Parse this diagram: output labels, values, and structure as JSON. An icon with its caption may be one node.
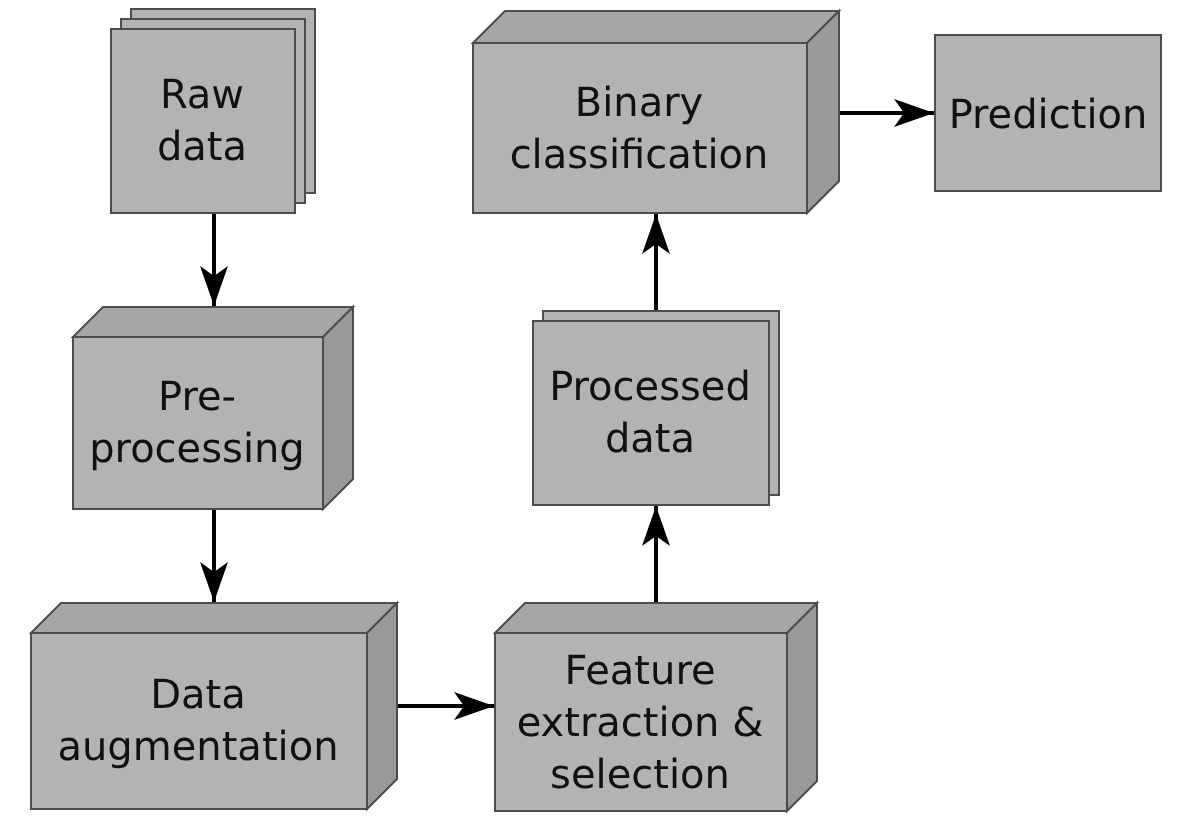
{
  "diagram": {
    "nodes": [
      {
        "text": [
          "Raw data"
        ]
      },
      {
        "text": [
          "Pre-processing"
        ]
      },
      {
        "text": [
          "Data augmentation"
        ]
      },
      {
        "text": [
          "Feature extraction & selection"
        ]
      },
      {
        "text": [
          "Processed data"
        ]
      },
      {
        "text": [
          "Binary classification"
        ]
      },
      {
        "text": [
          "Prediction"
        ]
      }
    ],
    "edges": [
      {
        "from": 0,
        "to": 1,
        "arrow": "to"
      },
      {
        "from": 1,
        "to": 2,
        "arrow": "to"
      },
      {
        "from": 2,
        "to": 3,
        "arrow": "to"
      },
      {
        "from": 3,
        "to": 4,
        "arrow": "to"
      },
      {
        "from": 4,
        "to": 5,
        "arrow": "to"
      },
      {
        "from": 5,
        "to": 6,
        "arrow": "to"
      }
    ]
  }
}
